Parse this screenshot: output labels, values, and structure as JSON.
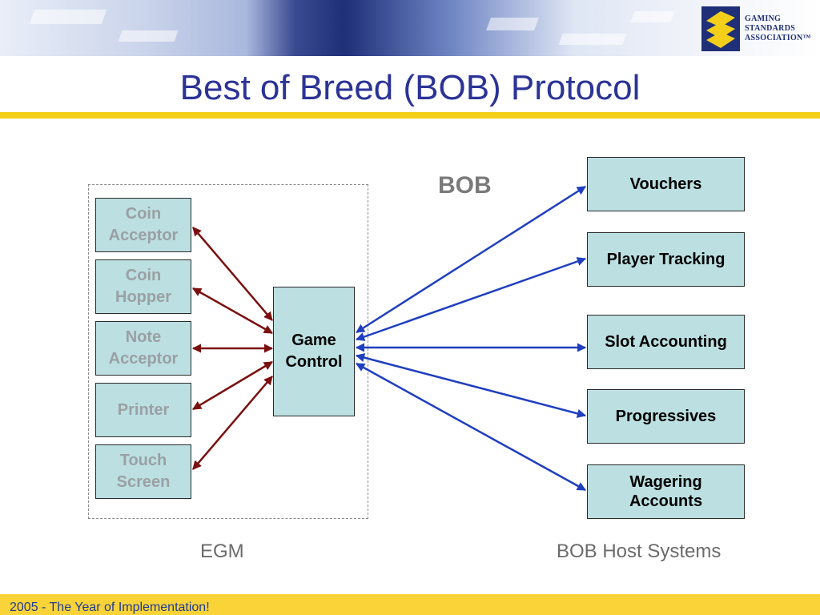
{
  "slide": {
    "title": "Best of Breed (BOB) Protocol",
    "footer": "2005 - The Year of Implementation!"
  },
  "logo": {
    "line1": "GAMING",
    "line2": "STANDARDS",
    "line3": "ASSOCIATION™",
    "mark_icon": "e3-logo-icon"
  },
  "diagram": {
    "bob_label": "BOB",
    "egm_caption": "EGM",
    "host_caption": "BOB Host Systems",
    "center": "Game\nControl",
    "devices": [
      "Coin\nAcceptor",
      "Coin\nHopper",
      "Note\nAcceptor",
      "Printer",
      "Touch\nScreen"
    ],
    "hosts": [
      "Vouchers",
      "Player Tracking",
      "Slot Accounting",
      "Progressives",
      "Wagering\nAccounts"
    ]
  },
  "colors": {
    "box_fill": "#bcdfe1",
    "device_arrow": "#7a1010",
    "host_arrow": "#1f3fbf",
    "title": "#2b3396",
    "accent_yellow": "#f4cf1a"
  }
}
